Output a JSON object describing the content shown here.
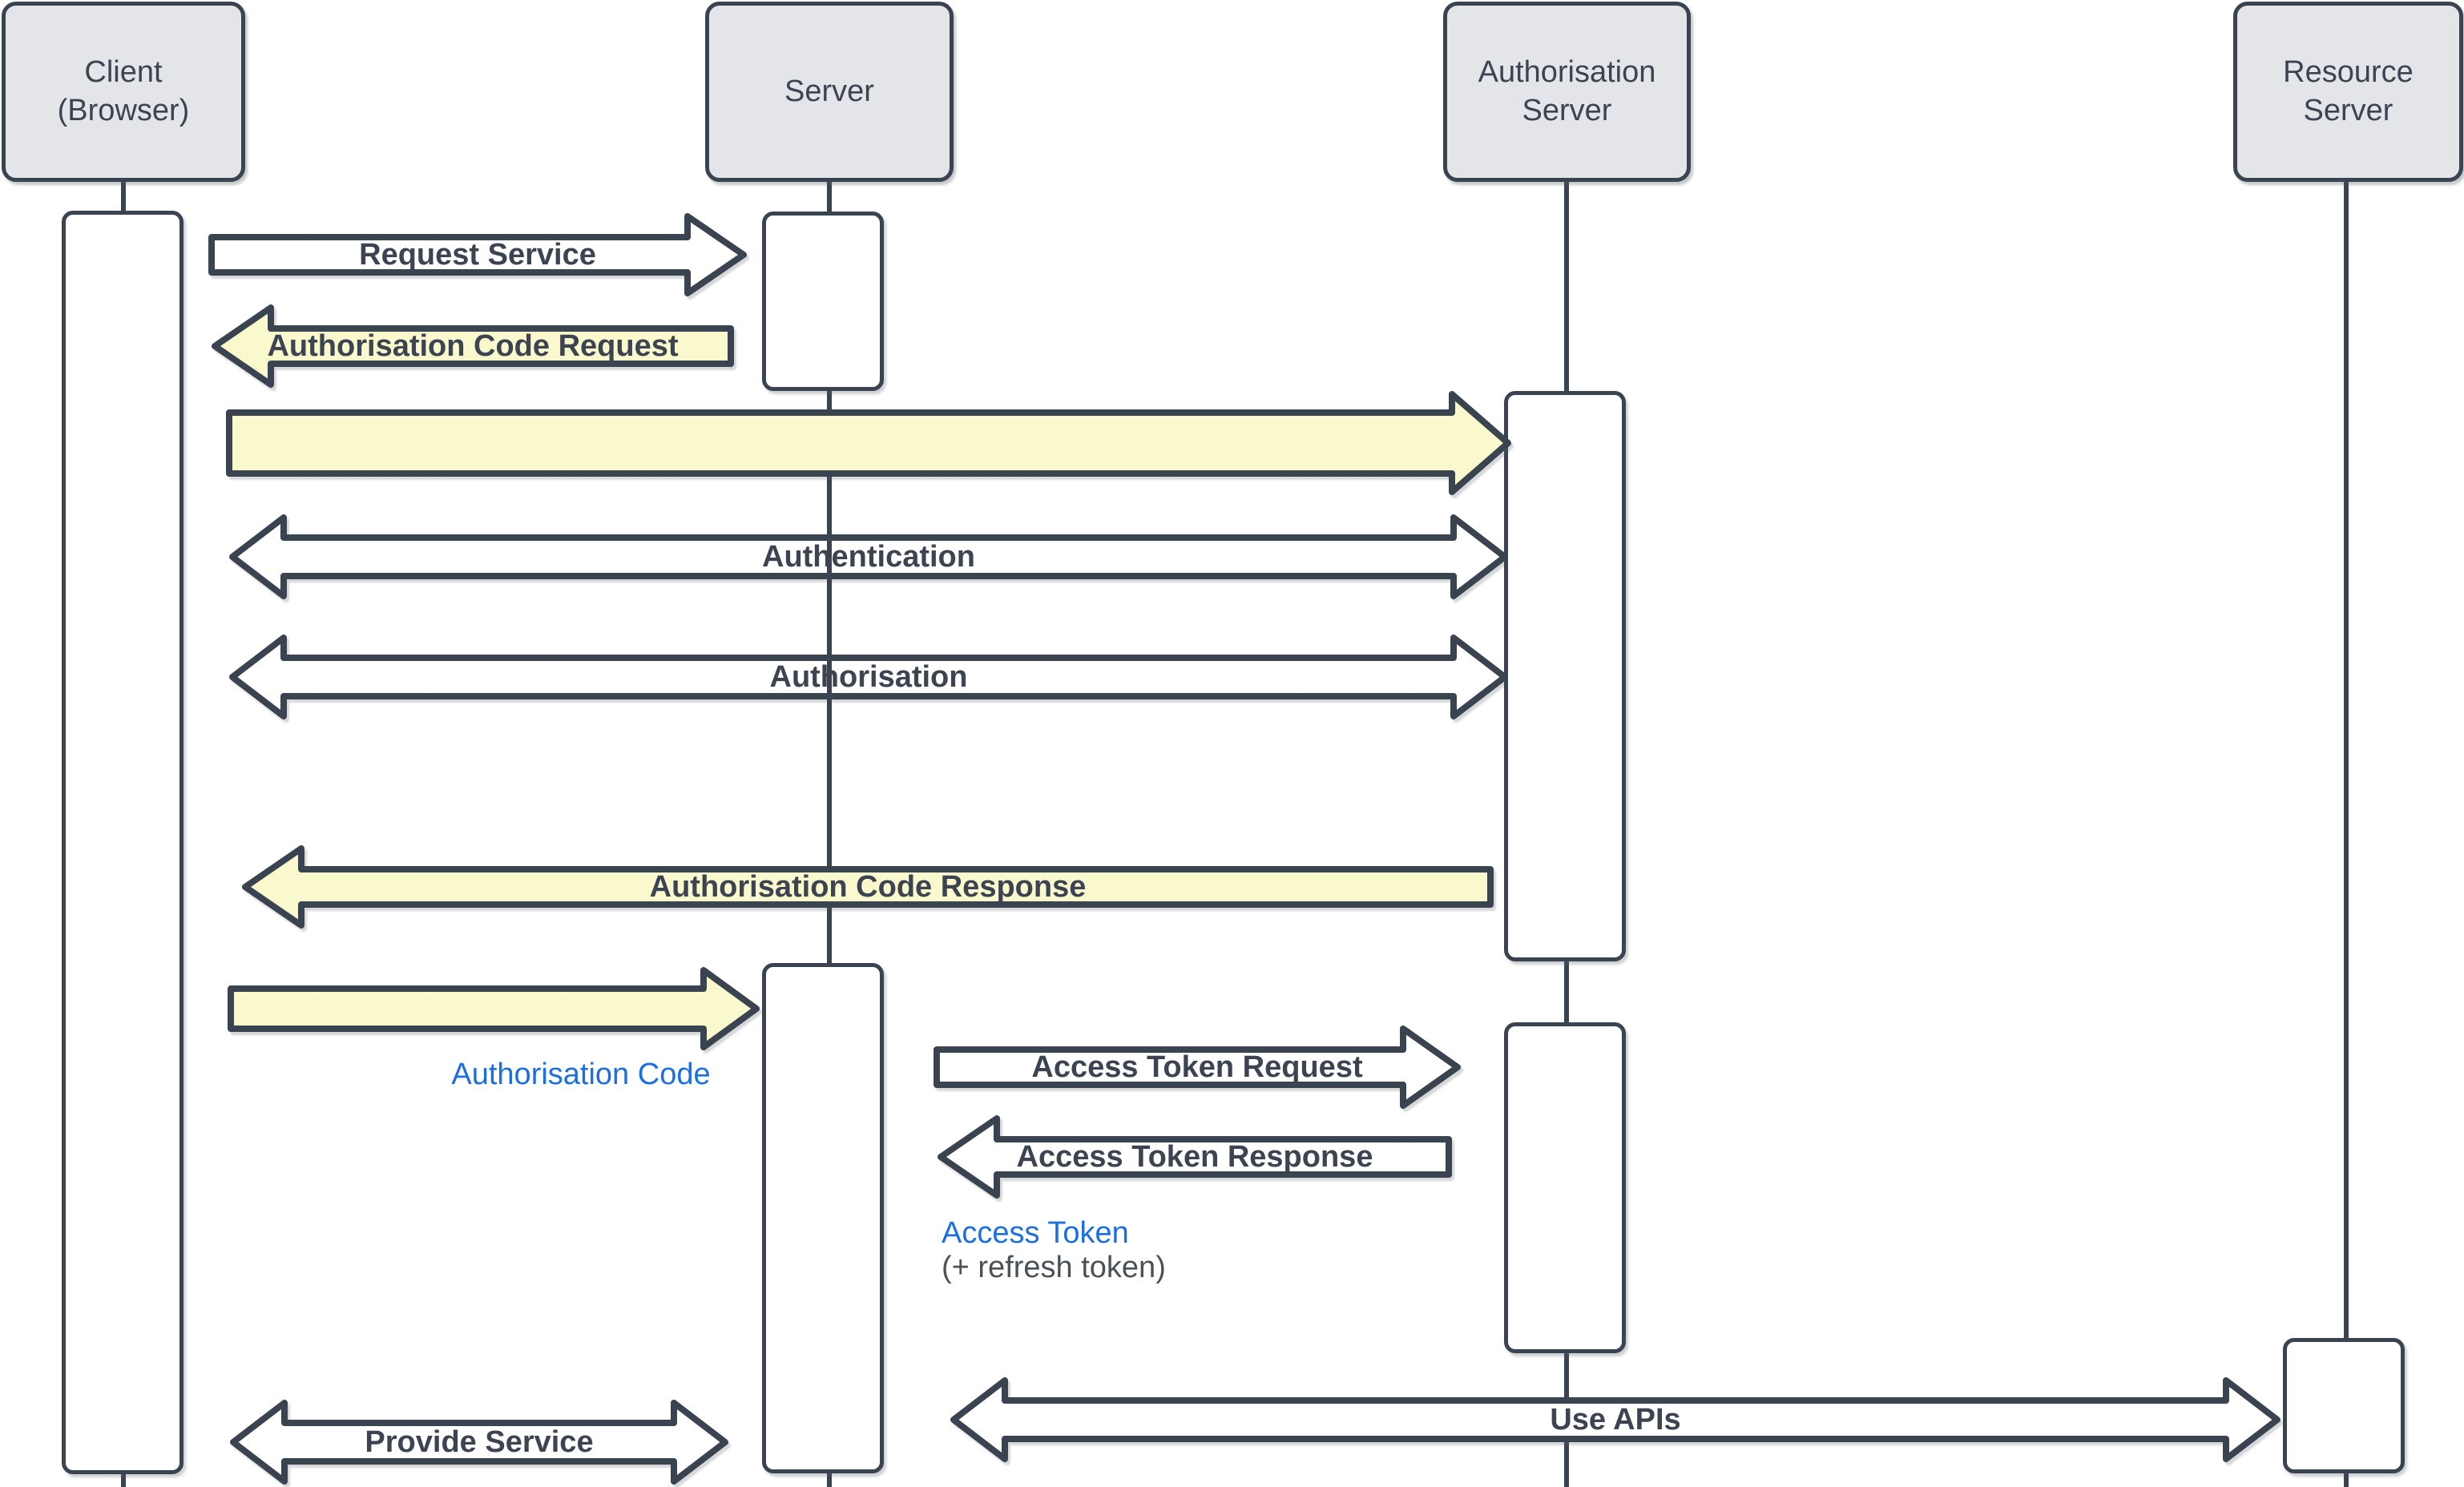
{
  "diagram": {
    "type": "sequence-diagram",
    "subject": "OAuth authorisation code flow",
    "actors": [
      {
        "id": "client",
        "lines": [
          "Client",
          "(Browser)"
        ]
      },
      {
        "id": "server",
        "lines": [
          "Server",
          ""
        ]
      },
      {
        "id": "auth",
        "lines": [
          "Authorisation",
          "Server"
        ]
      },
      {
        "id": "resource",
        "lines": [
          "Resource",
          "Server"
        ]
      }
    ],
    "messages": {
      "request_service": "Request Service",
      "authorisation_code_request": "Authorisation Code Request",
      "authentication": "Authentication",
      "authorisation": "Authorisation",
      "authorisation_code_response": "Authorisation Code Response",
      "access_token_request": "Access Token Request",
      "access_token_response": "Access Token Response",
      "use_apis": "Use APIs",
      "provide_service": "Provide Service"
    },
    "annotations": {
      "authorisation_code": "Authorisation Code",
      "access_token": "Access Token",
      "refresh_token_note": "(+ refresh token)"
    },
    "colors": {
      "stroke": "#3A4350",
      "yellow": "#FAF9CE",
      "actor_fill": "#E3E5E8",
      "text_dark": "#3B4450",
      "blue": "#1C6FE3",
      "gray_text": "#4A5157"
    }
  }
}
